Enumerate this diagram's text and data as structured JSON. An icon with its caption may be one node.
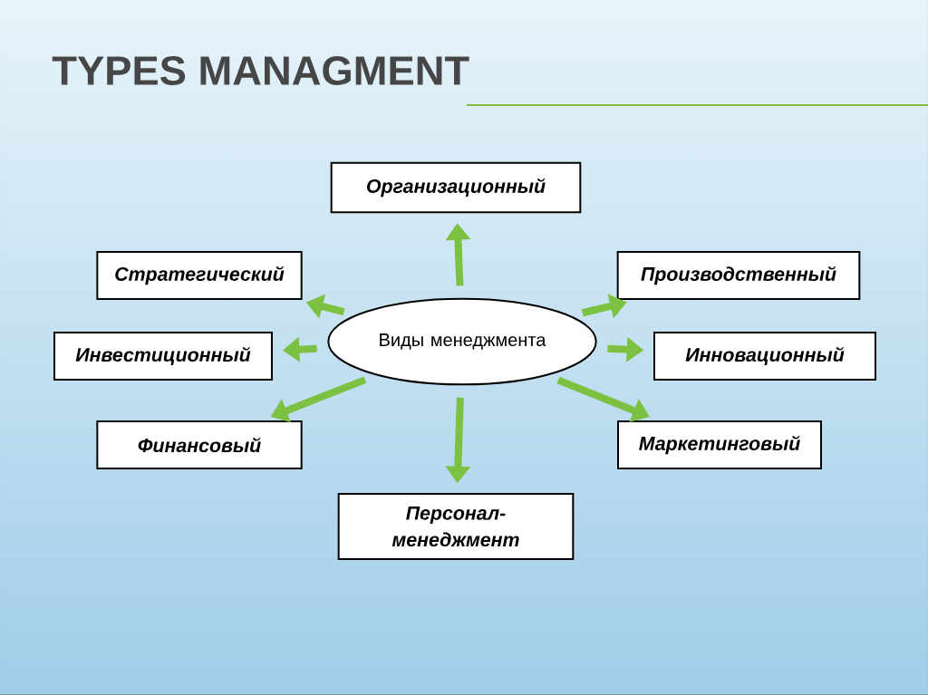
{
  "diagram": {
    "title": "TYPES MANAGMENT",
    "nodes": [
      {
        "text": [
          "Виды менеджмента"
        ]
      },
      {
        "text": [
          "Организационный"
        ]
      },
      {
        "text": [
          "Стратегический"
        ]
      },
      {
        "text": [
          "Производственный"
        ]
      },
      {
        "text": [
          "Инвестиционный"
        ]
      },
      {
        "text": [
          "Инновационный"
        ]
      },
      {
        "text": [
          "Финансовый"
        ]
      },
      {
        "text": [
          "Маркетинговый"
        ]
      },
      {
        "text": [
          "Персонал-менеджмент"
        ]
      }
    ],
    "edges": [
      {
        "from": 0,
        "to": 1,
        "arrow": "to"
      },
      {
        "from": 0,
        "to": 2,
        "arrow": "to"
      },
      {
        "from": 0,
        "to": 3,
        "arrow": "to"
      },
      {
        "from": 0,
        "to": 4,
        "arrow": "to"
      },
      {
        "from": 0,
        "to": 5,
        "arrow": "to"
      },
      {
        "from": 0,
        "to": 6,
        "arrow": "to"
      },
      {
        "from": 0,
        "to": 7,
        "arrow": "to"
      },
      {
        "from": 0,
        "to": 8,
        "arrow": "to"
      }
    ]
  }
}
